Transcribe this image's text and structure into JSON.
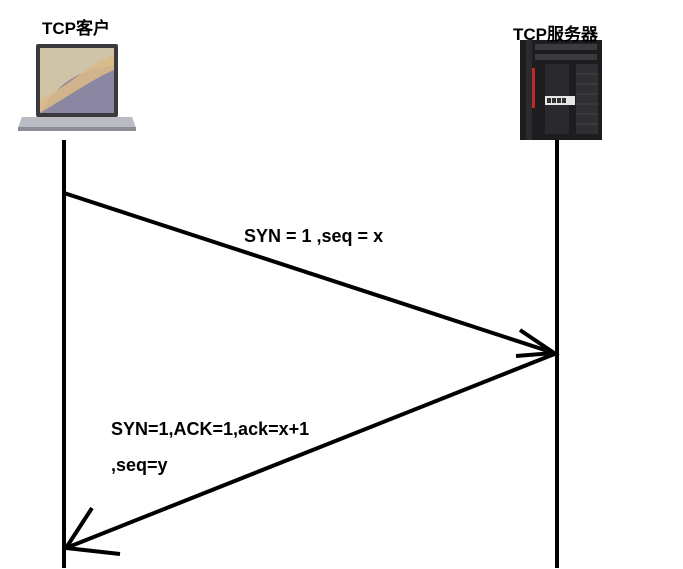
{
  "client": {
    "title": "TCP客户",
    "icon": "laptop-icon"
  },
  "server": {
    "title": "TCP服务器",
    "icon": "tower-server-icon"
  },
  "messages": [
    {
      "from": "client",
      "to": "server",
      "lines": [
        "SYN = 1 ,seq = x"
      ]
    },
    {
      "from": "server",
      "to": "client",
      "lines": [
        "SYN=1,ACK=1,ack=x+1",
        ",seq=y"
      ]
    }
  ],
  "colors": {
    "line": "#000000",
    "background": "#ffffff"
  }
}
